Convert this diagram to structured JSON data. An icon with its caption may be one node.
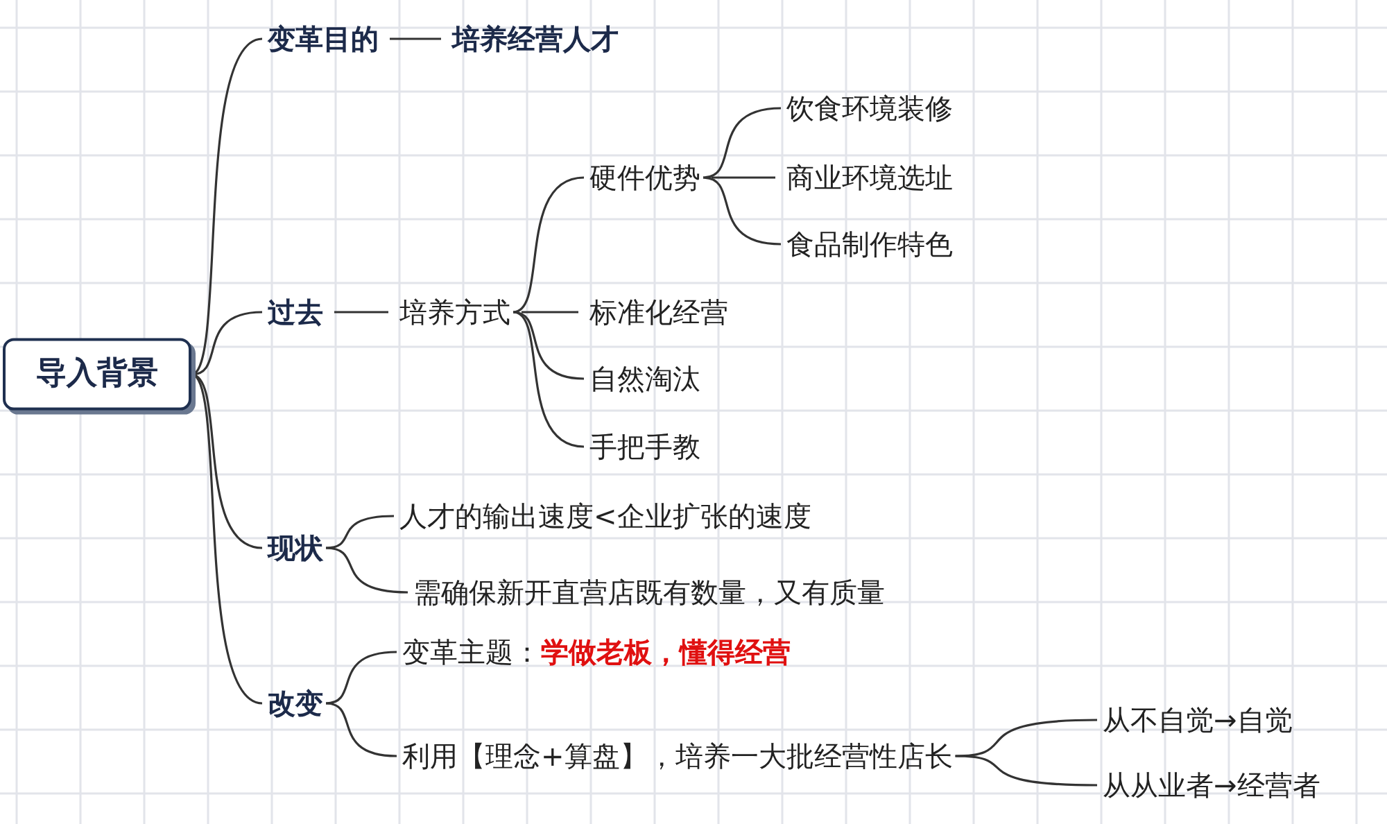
{
  "diagram": {
    "nodes": [
      {
        "text": [
          "导入背景"
        ]
      },
      {
        "text": [
          "变革目的"
        ]
      },
      {
        "text": [
          "培养经营人才"
        ]
      },
      {
        "text": [
          "过去"
        ]
      },
      {
        "text": [
          "培养方式"
        ]
      },
      {
        "text": [
          "硬件优势"
        ]
      },
      {
        "text": [
          "饮食环境装修"
        ]
      },
      {
        "text": [
          "商业环境选址"
        ]
      },
      {
        "text": [
          "食品制作特色"
        ]
      },
      {
        "text": [
          "标准化经营"
        ]
      },
      {
        "text": [
          "自然淘汰"
        ]
      },
      {
        "text": [
          "手把手教"
        ]
      },
      {
        "text": [
          "现状"
        ]
      },
      {
        "text": [
          "人才的输出速度<企业扩张的速度"
        ]
      },
      {
        "text": [
          "需确保新开直营店既有数量，又有质量"
        ]
      },
      {
        "text": [
          "改变"
        ]
      },
      {
        "text": [
          "变革主题：**学做老板，懂得经营**"
        ]
      },
      {
        "text": [
          "利用【理念+算盘】，培养一大批经营性店长"
        ]
      },
      {
        "text": [
          "从不自觉→自觉"
        ]
      },
      {
        "text": [
          "从从业者→经营者"
        ]
      }
    ],
    "edges": [
      {
        "from": 0,
        "to": 1,
        "arrow": "none"
      },
      {
        "from": 0,
        "to": 3,
        "arrow": "none"
      },
      {
        "from": 0,
        "to": 12,
        "arrow": "none"
      },
      {
        "from": 0,
        "to": 15,
        "arrow": "none"
      },
      {
        "from": 1,
        "to": 2,
        "arrow": "none"
      },
      {
        "from": 3,
        "to": 4,
        "arrow": "none"
      },
      {
        "from": 4,
        "to": 5,
        "arrow": "none"
      },
      {
        "from": 4,
        "to": 9,
        "arrow": "none"
      },
      {
        "from": 4,
        "to": 10,
        "arrow": "none"
      },
      {
        "from": 4,
        "to": 11,
        "arrow": "none"
      },
      {
        "from": 5,
        "to": 6,
        "arrow": "none"
      },
      {
        "from": 5,
        "to": 7,
        "arrow": "none"
      },
      {
        "from": 5,
        "to": 8,
        "arrow": "none"
      },
      {
        "from": 12,
        "to": 13,
        "arrow": "none"
      },
      {
        "from": 12,
        "to": 14,
        "arrow": "none"
      },
      {
        "from": 15,
        "to": 16,
        "arrow": "none"
      },
      {
        "from": 15,
        "to": 17,
        "arrow": "none"
      },
      {
        "from": 17,
        "to": 18,
        "arrow": "none"
      },
      {
        "from": 17,
        "to": 19,
        "arrow": "none"
      }
    ]
  }
}
